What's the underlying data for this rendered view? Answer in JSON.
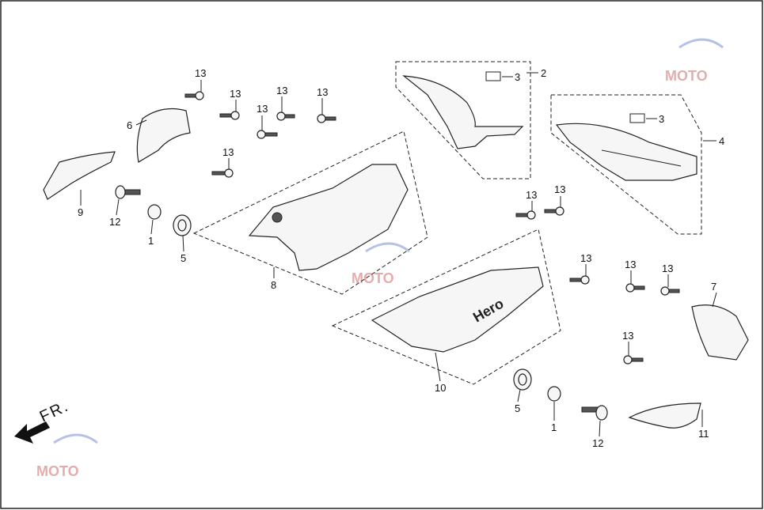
{
  "diagram": {
    "front_label": "FR.",
    "callouts": {
      "c1a": "1",
      "c1b": "1",
      "c2": "2",
      "c3a": "3",
      "c3b": "3",
      "c4": "4",
      "c5a": "5",
      "c5b": "5",
      "c6": "6",
      "c7": "7",
      "c8": "8",
      "c9": "9",
      "c10": "10",
      "c11": "11",
      "c12a": "12",
      "c12b": "12",
      "s1": "13",
      "s2": "13",
      "s3": "13",
      "s4": "13",
      "s5": "13",
      "s6": "13",
      "s7": "13",
      "s8": "13",
      "s9": "13",
      "s10": "13",
      "s11": "13",
      "s12": "13"
    },
    "brand_text": "Hero",
    "watermark_text": "MOTO"
  }
}
